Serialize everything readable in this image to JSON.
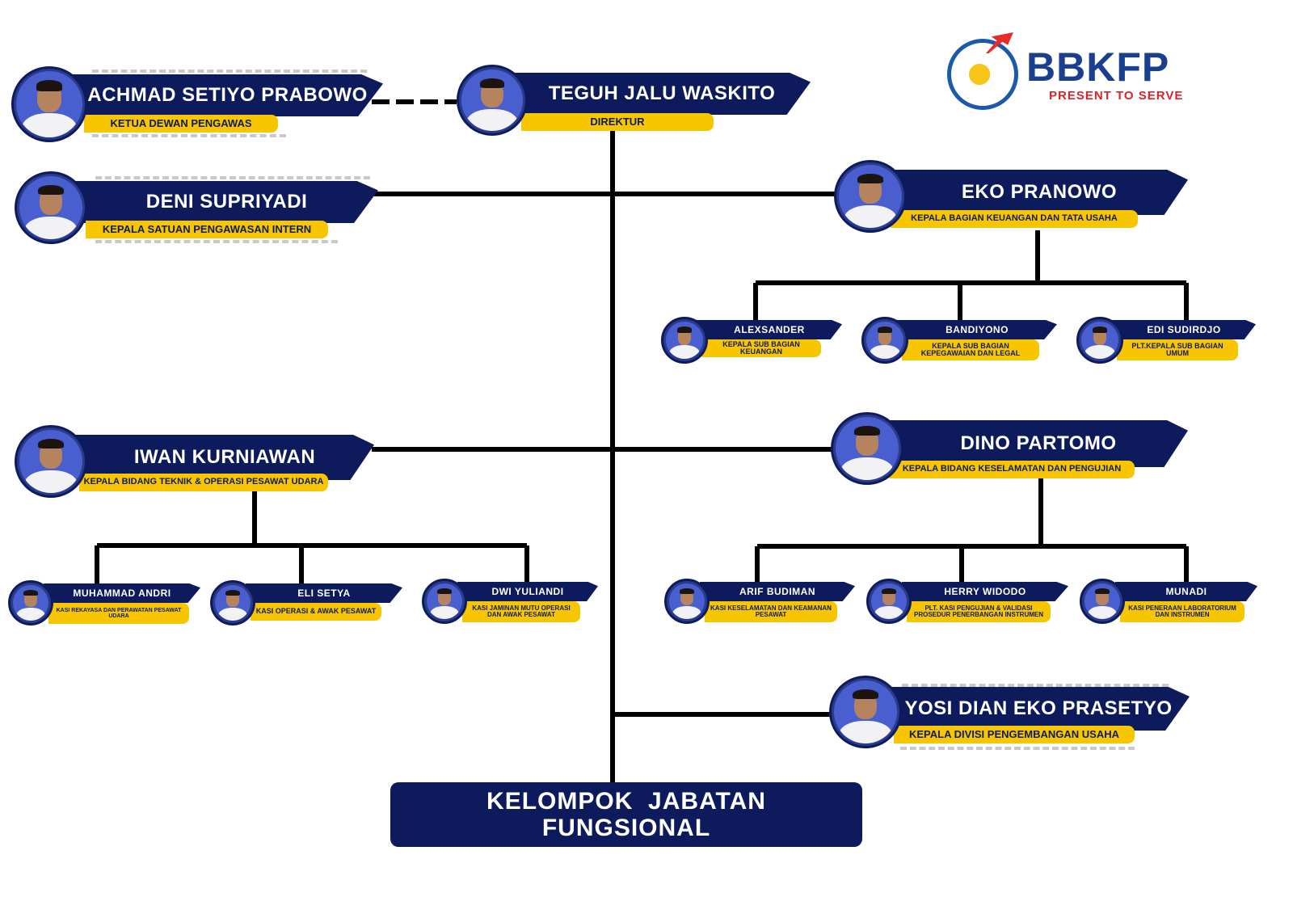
{
  "logo": {
    "name": "BBKFP",
    "tagline": "PRESENT TO SERVE",
    "colors": {
      "primary": "#1b3f8f",
      "accent": "#d9242a",
      "gold": "#f6c518"
    }
  },
  "colors": {
    "navy": "#0d1b5c",
    "yellow": "#f7c600",
    "line": "#000000"
  },
  "people": {
    "achmad": {
      "name": "ACHMAD SETIYO PRABOWO",
      "role": "KETUA DEWAN PENGAWAS"
    },
    "teguh": {
      "name": "TEGUH JALU WASKITO",
      "role": "DIREKTUR"
    },
    "deni": {
      "name": "DENI SUPRIYADI",
      "role": "KEPALA SATUAN PENGAWASAN INTERN"
    },
    "eko": {
      "name": "EKO PRANOWO",
      "role": "KEPALA BAGIAN KEUANGAN DAN TATA USAHA"
    },
    "alexsander": {
      "name": "ALEXSANDER",
      "role": "KEPALA SUB BAGIAN KEUANGAN"
    },
    "bandiyono": {
      "name": "BANDIYONO",
      "role": "KEPALA SUB BAGIAN KEPEGAWAIAN DAN LEGAL"
    },
    "edi": {
      "name": "EDI SUDIRDJO",
      "role": "PLT.KEPALA SUB BAGIAN UMUM"
    },
    "iwan": {
      "name": "IWAN KURNIAWAN",
      "role": "KEPALA BIDANG TEKNIK & OPERASI PESAWAT UDARA"
    },
    "dino": {
      "name": "DINO PARTOMO",
      "role": "KEPALA BIDANG KESELAMATAN DAN PENGUJIAN"
    },
    "andri": {
      "name": "MUHAMMAD ANDRI",
      "role": "KASI REKAYASA DAN PERAWATAN PESAWAT UDARA"
    },
    "eli": {
      "name": "ELI SETYA",
      "role": "KASI OPERASI & AWAK PESAWAT"
    },
    "dwi": {
      "name": "DWI YULIANDI",
      "role": "KASI JAMINAN MUTU OPERASI DAN AWAK PESAWAT"
    },
    "arif": {
      "name": "ARIF BUDIMAN",
      "role": "KASI KESELAMATAN DAN KEAMANAN PESAWAT"
    },
    "herry": {
      "name": "HERRY WIDODO",
      "role": "PLT. KASI PENGUJIAN & VALIDASI PROSEDUR PENERBANGAN INSTRUMEN"
    },
    "munadi": {
      "name": "MUNADI",
      "role": "KASI PENERAAN LABORATORIUM DAN INSTRUMEN"
    },
    "yosi": {
      "name": "YOSI DIAN EKO PRASETYO",
      "role": "KEPALA DIVISI PENGEMBANGAN USAHA"
    }
  },
  "footer": {
    "line1": "KELOMPOK  JABATAN",
    "line2": "FUNGSIONAL"
  }
}
